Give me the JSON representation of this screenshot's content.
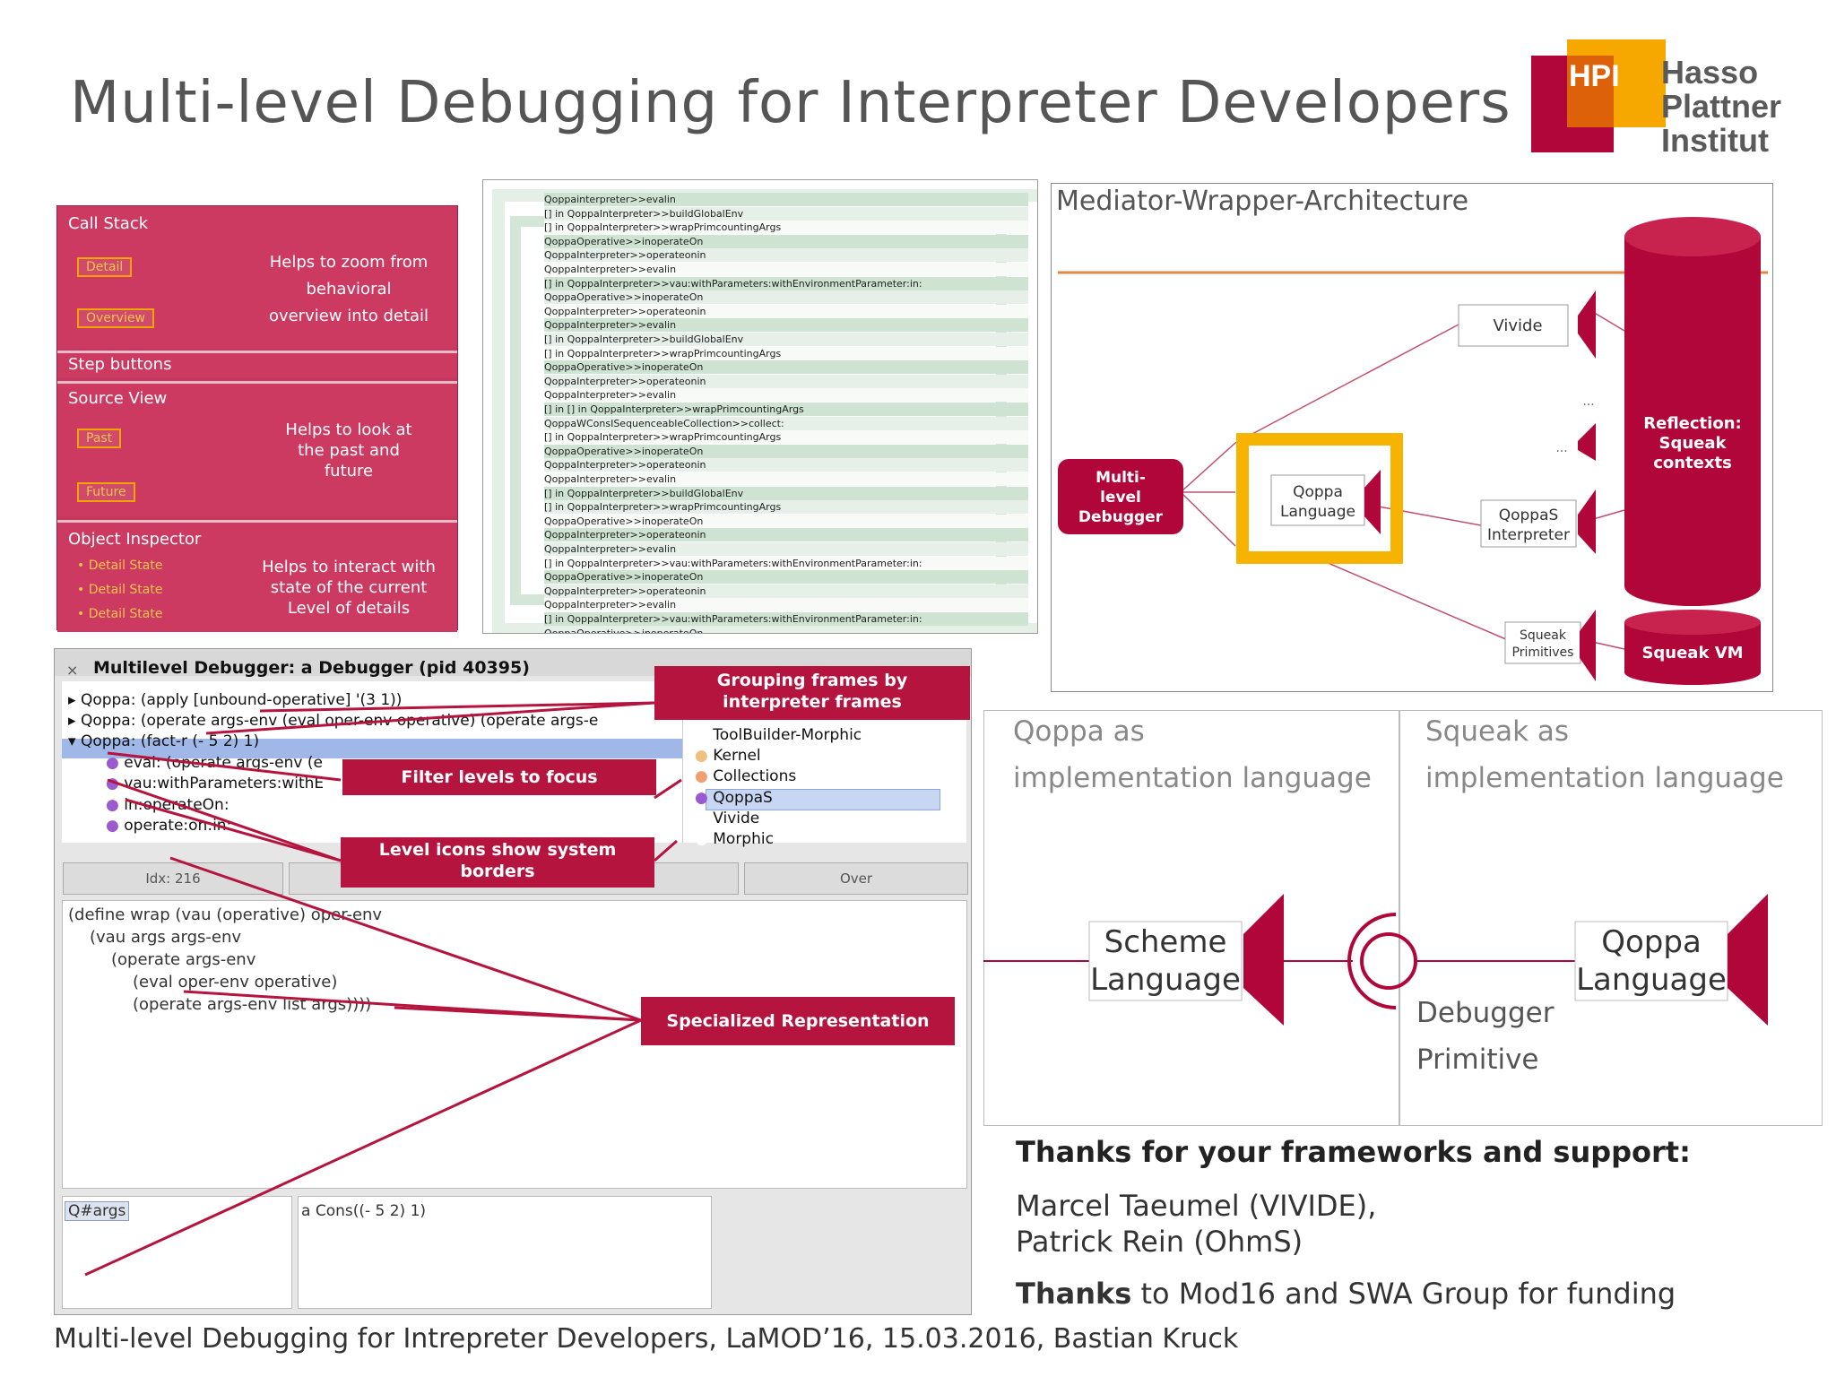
{
  "title": "Multi-level Debugging for Interpreter Developers",
  "logo": {
    "abbr": "HPI",
    "line1": "Hasso",
    "line2": "Plattner",
    "line3": "Institut"
  },
  "annotations": {
    "call_stack": {
      "title": "Call Stack",
      "tag1": "Detail",
      "tag2": "Overview",
      "note": [
        "Helps to zoom from",
        "behavioral",
        "overview into detail"
      ]
    },
    "step_buttons": {
      "title": "Step buttons"
    },
    "source_view": {
      "title": "Source View",
      "tag1": "Past",
      "tag2": "Future",
      "note": [
        "Helps to look at",
        "the past and",
        "future"
      ]
    },
    "object_inspector": {
      "title": "Object Inspector",
      "items": [
        "Detail State",
        "Detail State",
        "Detail State"
      ],
      "note": [
        "Helps to interact with",
        "state of the current",
        "Level of details"
      ]
    }
  },
  "trace_lines": [
    "Qoppainterpreter>>evalin",
    "[] in QoppaInterpreter>>buildGlobalEnv",
    "[] in QoppaInterpreter>>wrapPrimcountingArgs",
    "QoppaOperative>>inoperateOn",
    "QoppaInterpreter>>operateonin",
    "QoppaInterpreter>>evalin",
    "[] in QoppaInterpreter>>vau:withParameters:withEnvironmentParameter:in:",
    "QoppaOperative>>inoperateOn",
    "QoppaInterpreter>>operateonin",
    "QoppaInterpreter>>evalin",
    "[] in QoppaInterpreter>>buildGlobalEnv",
    "[] in QoppaInterpreter>>wrapPrimcountingArgs",
    "QoppaOperative>>inoperateOn",
    "QoppaInterpreter>>operateonin",
    "QoppaInterpreter>>evalin",
    "[] in [] in QoppaInterpreter>>wrapPrimcountingArgs",
    "QoppaWConsISequenceableCollection>>collect:",
    "[] in QoppaInterpreter>>wrapPrimcountingArgs",
    "QoppaOperative>>inoperateOn",
    "QoppaInterpreter>>operateonin",
    "QoppaInterpreter>>evalin",
    "[] in QoppaInterpreter>>buildGlobalEnv",
    "[] in QoppaInterpreter>>wrapPrimcountingArgs",
    "QoppaOperative>>inoperateOn",
    "QoppaInterpreter>>operateonin",
    "QoppaInterpreter>>evalin",
    "[] in QoppaInterpreter>>vau:withParameters:withEnvironmentParameter:in:",
    "QoppaOperative>>inoperateOn",
    "QoppaInterpreter>>operateonin",
    "QoppaInterpreter>>evalin",
    "[] in QoppaInterpreter>>vau:withParameters:withEnvironmentParameter:in:",
    "QoppaOperative>>inoperateOn"
  ],
  "mwa": {
    "title": "Mediator-Wrapper-Architecture",
    "debugger": [
      "Multi-",
      "level",
      "Debugger"
    ],
    "qoppa": [
      "Qoppa",
      "Language"
    ],
    "vivide": "Vivide",
    "dots1": "...",
    "dots2": "...",
    "qoppas": [
      "QoppaS",
      "Interpreter"
    ],
    "primitives": [
      "Squeak",
      "Primitives"
    ],
    "reflection": [
      "Reflection:",
      "Squeak",
      "contexts"
    ],
    "vm": "Squeak VM"
  },
  "debugger": {
    "title": "Multilevel Debugger: a Debugger (pid 40395)",
    "close": "×",
    "stack": [
      "Qoppa: (apply [unbound-operative] '(3 1))",
      "Qoppa: (operate args-env (eval oper-env operative) (operate args-e",
      "Qoppa: (fact-r (- 5 2) 1)"
    ],
    "sub_items": [
      "eval: (operate args-env (e",
      "vau:withParameters:withE",
      "in:operateOn:",
      "operate:on:in:"
    ],
    "levels": [
      "ToolBuilder-Morphic",
      "Kernel",
      "Collections",
      "QoppaS",
      "Vivide",
      "Morphic"
    ],
    "buttons": {
      "idx": "Idx: 216",
      "over": "Over"
    },
    "code": [
      "(define wrap (vau (operative) oper-env",
      "(vau args args-env",
      "(operate args-env",
      "(eval   oper-env operative)",
      "(operate args-env list args))))"
    ],
    "inspector_key": "Q#args",
    "inspector_value": "a Cons((- 5 2) 1)",
    "callouts": {
      "grouping": [
        "Grouping frames by",
        "interpreter frames"
      ],
      "filter": "Filter levels to focus",
      "icons": [
        "Level icons show system",
        "borders"
      ],
      "specialized": "Specialized Representation"
    }
  },
  "comparison": {
    "left_head": [
      "Qoppa as",
      "implementation language"
    ],
    "right_head": [
      "Squeak as",
      "implementation language"
    ],
    "scheme": [
      "Scheme",
      "Language"
    ],
    "qoppa": [
      "Qoppa",
      "Language"
    ],
    "primitive": [
      "Debugger",
      "Primitive"
    ]
  },
  "thanks": {
    "heading": "Thanks for your frameworks and support:",
    "line1": "Marcel Taeumel (VIVIDE),",
    "line2": "Patrick Rein (OhmS)",
    "funding_bold": "Thanks",
    "funding_rest": " to Mod16 and SWA Group for funding"
  },
  "footer": "Multi-level Debugging for Intrepreter Developers, LaMOD’16, 15.03.2016, Bastian Kruck",
  "colors": {
    "crimson": "#b1063a",
    "gold": "#f6a800",
    "orange": "#dd6108",
    "annotation_pink": "#cc3a62",
    "highlight_blue": "#9fb8e8"
  }
}
